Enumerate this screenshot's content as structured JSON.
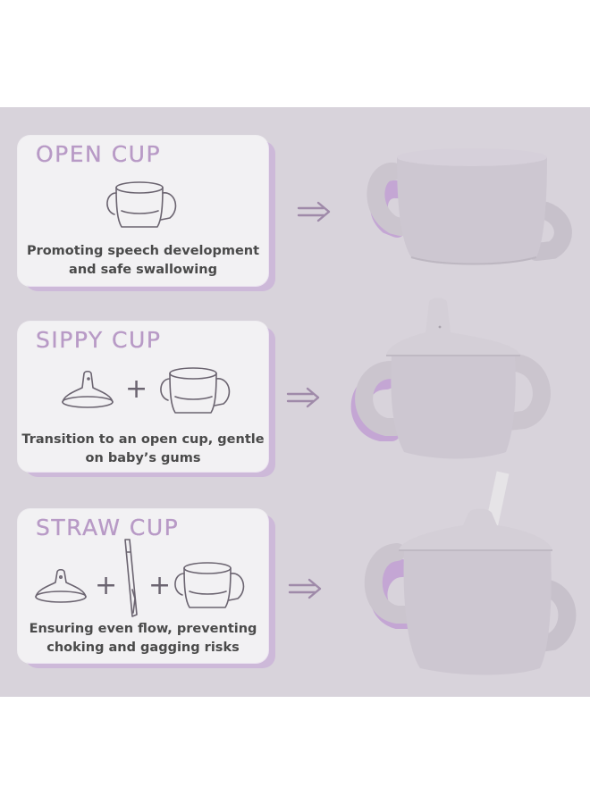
{
  "cards": [
    {
      "title": "OPEN CUP",
      "desc_lines": [
        "Promoting speech development",
        "and safe swallowing"
      ]
    },
    {
      "title": "SIPPY CUP",
      "desc_lines": [
        "Transition to an open cup, gentle",
        "on baby’s gums"
      ],
      "plus": "+"
    },
    {
      "title": "STRAW CUP",
      "desc_lines": [
        "Ensuring even flow, preventing",
        "choking and gagging risks"
      ],
      "plus": "+"
    }
  ],
  "colors": {
    "background": "#d8d3db",
    "card": "#f2f1f3",
    "card_shadow": "#cdb9d9",
    "title": "#b89ac6",
    "text": "#4a4a4a",
    "cup": "#cbc4cf",
    "arrow": "#9f8aa9"
  },
  "icons": [
    "open-cup-icon",
    "spout-lid-icon",
    "straw-lid-icon",
    "straw-icon",
    "right-arrow-icon"
  ]
}
